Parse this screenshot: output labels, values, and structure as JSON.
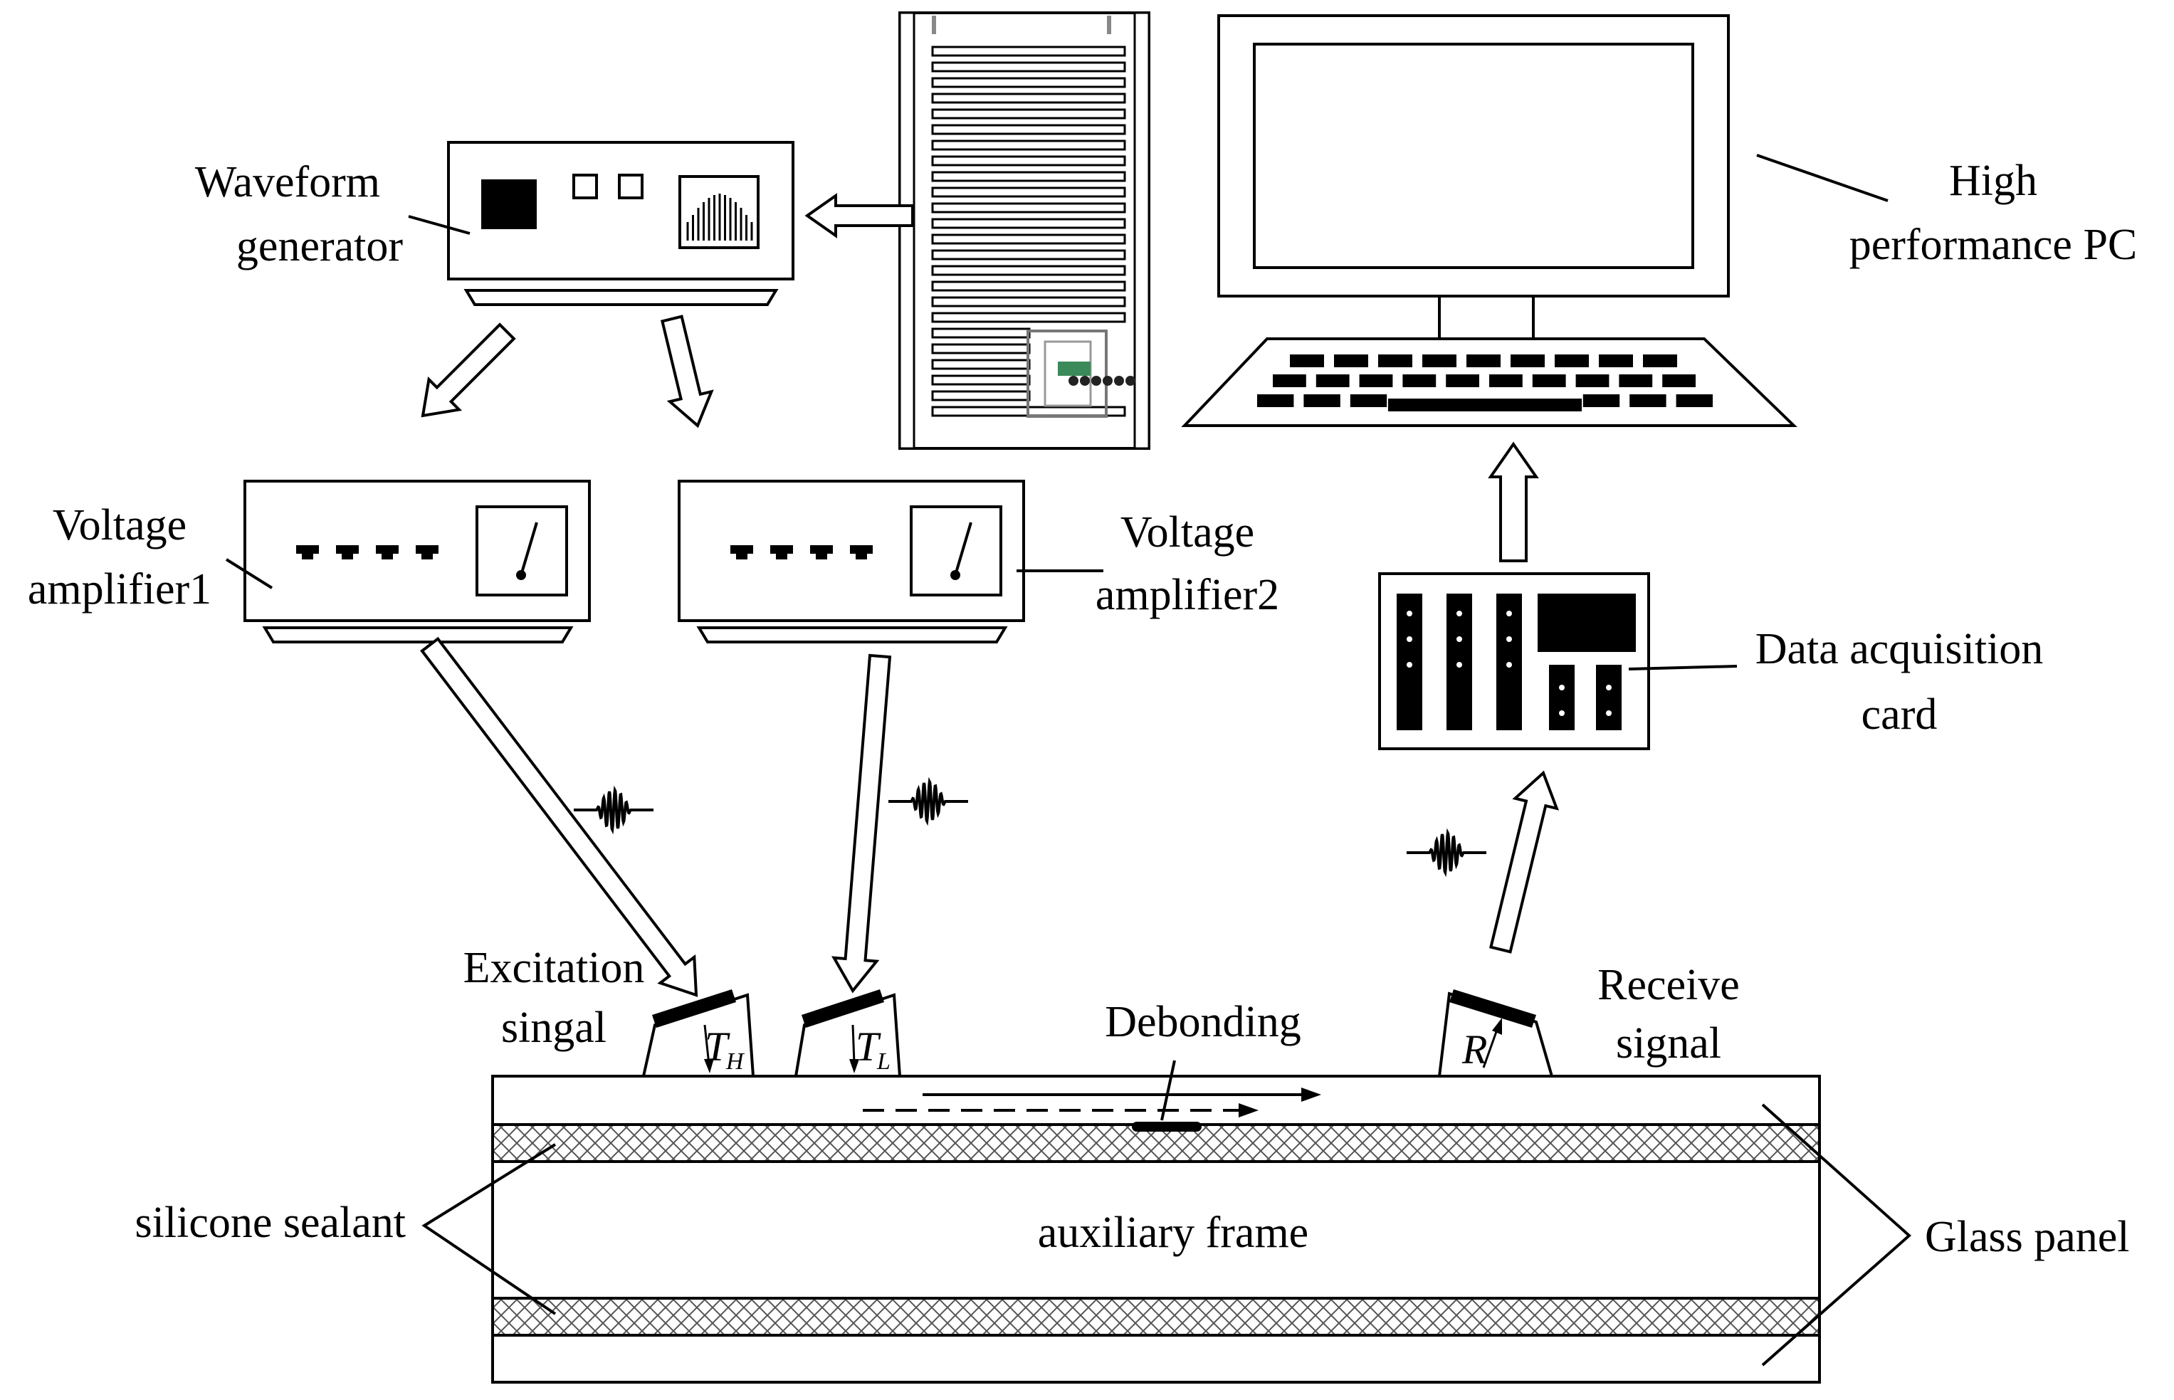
{
  "labels": {
    "waveform_line1": "Waveform",
    "waveform_line2": "generator",
    "pc_line1": "High",
    "pc_line2": "performance PC",
    "amp1_line1": "Voltage",
    "amp1_line2": "amplifier1",
    "amp2_line1": "Voltage",
    "amp2_line2": "amplifier2",
    "daq_line1": "Data acquisition",
    "daq_line2": "card",
    "excitation_line1": "Excitation",
    "excitation_line2": "singal",
    "receive_line1": "Receive",
    "receive_line2": "signal",
    "debonding": "Debonding",
    "silicone_sealant": "silicone sealant",
    "auxiliary_frame": "auxiliary frame",
    "glass_panel": "Glass panel"
  },
  "transducers": {
    "th_main": "T",
    "th_sub": "H",
    "tl_main": "T",
    "tl_sub": "L",
    "r": "R"
  }
}
